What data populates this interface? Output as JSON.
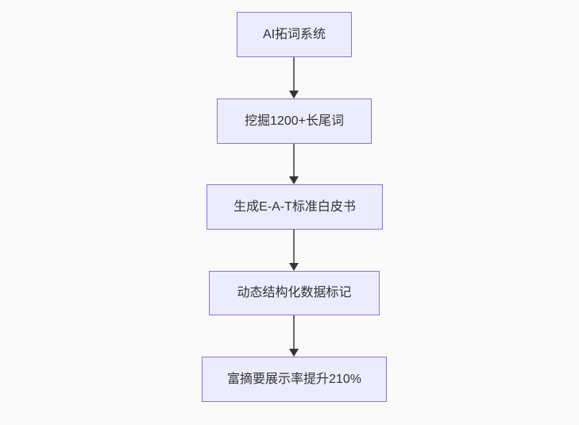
{
  "diagram": {
    "type": "flowchart",
    "direction": "top-down",
    "background_color": "#fafafa",
    "node_fill_color": "#ECECFF",
    "node_border_color": "#9370DB",
    "node_text_color": "#333333",
    "arrow_color": "#333333",
    "nodes": [
      {
        "label": "AI拓词系统"
      },
      {
        "label": "挖掘1200+长尾词"
      },
      {
        "label": "生成E-A-T标准白皮书"
      },
      {
        "label": "动态结构化数据标记"
      },
      {
        "label": "富摘要展示率提升210%"
      }
    ],
    "edges": [
      {
        "from": 0,
        "to": 1
      },
      {
        "from": 1,
        "to": 2
      },
      {
        "from": 2,
        "to": 3
      },
      {
        "from": 3,
        "to": 4
      }
    ]
  }
}
